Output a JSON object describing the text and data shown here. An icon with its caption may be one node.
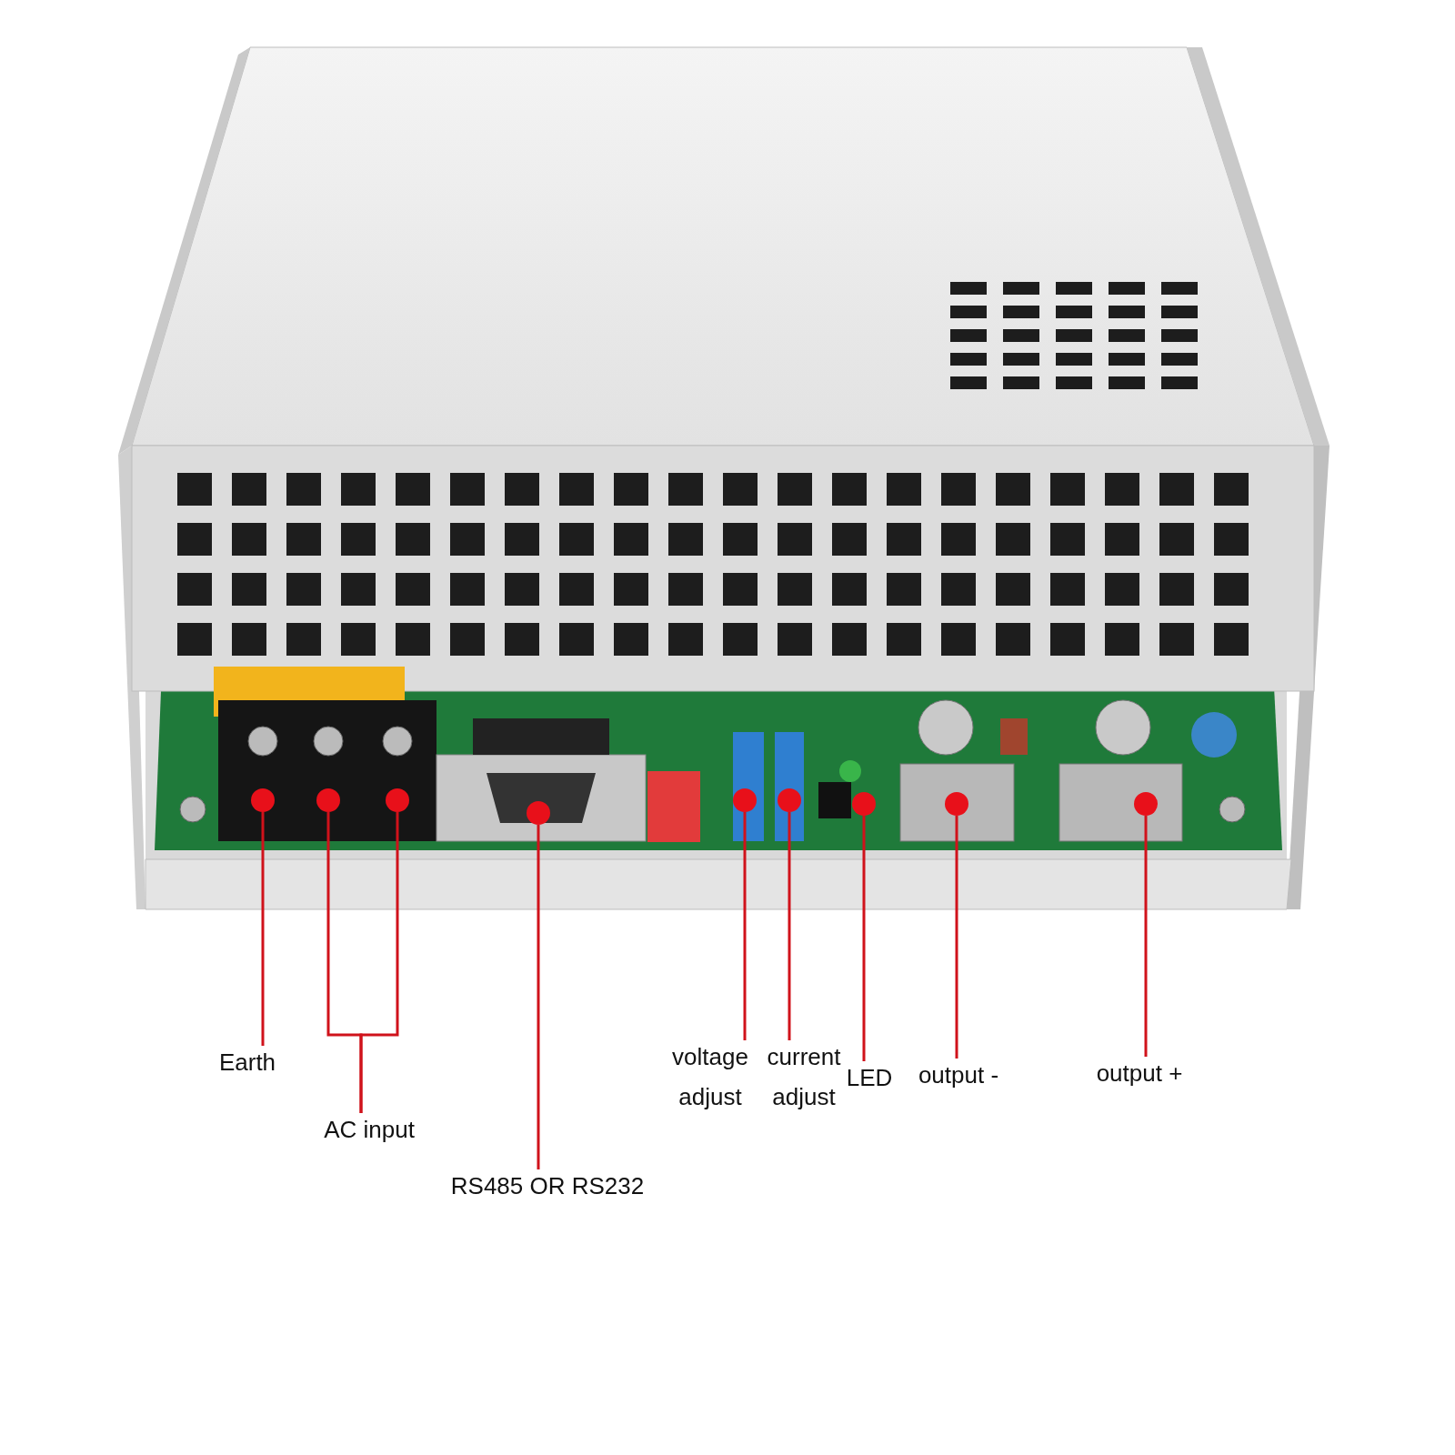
{
  "diagram": {
    "nodes": [
      {
        "text": [],
        "shape": "picture"
      },
      {
        "text": [],
        "shape": "circle",
        "in": 0
      },
      {
        "text": [],
        "shape": "circle",
        "in": 0
      },
      {
        "text": [],
        "shape": "circle",
        "in": 0
      },
      {
        "text": [],
        "shape": "circle",
        "in": 0
      },
      {
        "text": [],
        "shape": "circle",
        "in": 0
      },
      {
        "text": [],
        "shape": "circle",
        "in": 0
      },
      {
        "text": [],
        "shape": "circle",
        "in": 0
      },
      {
        "text": [],
        "shape": "circle",
        "in": 0
      },
      {
        "text": [],
        "shape": "circle",
        "in": 0
      },
      {
        "text": [
          "Earth"
        ]
      },
      {
        "text": [
          "AC input"
        ]
      },
      {
        "text": [
          "RS485 OR RS232"
        ]
      },
      {
        "text": [
          "voltage adjust"
        ]
      },
      {
        "text": [
          "current adjust"
        ]
      },
      {
        "text": [
          "LED"
        ]
      },
      {
        "text": [
          "output -"
        ]
      },
      {
        "text": [
          "output +"
        ]
      }
    ],
    "edges": [
      {
        "from": 10,
        "to": 1,
        "arrow": "none"
      },
      {
        "from": 11,
        "to": 2,
        "arrow": "none"
      },
      {
        "from": 11,
        "to": 3,
        "arrow": "none"
      },
      {
        "from": 12,
        "to": 4,
        "arrow": "none"
      },
      {
        "from": 13,
        "to": 5,
        "arrow": "none"
      },
      {
        "from": 14,
        "to": 6,
        "arrow": "none"
      },
      {
        "from": 15,
        "to": 7,
        "arrow": "none"
      },
      {
        "from": 16,
        "to": 8,
        "arrow": "none"
      },
      {
        "from": 17,
        "to": 9,
        "arrow": "none"
      }
    ]
  }
}
